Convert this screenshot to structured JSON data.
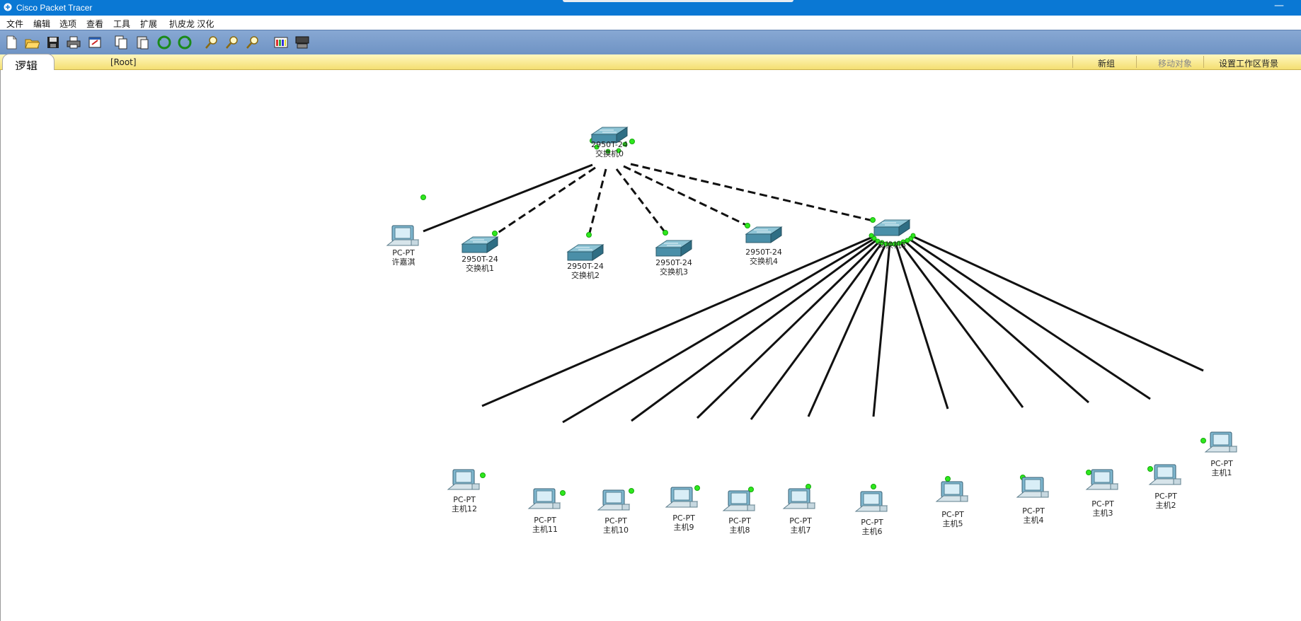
{
  "window": {
    "title": "Cisco Packet Tracer",
    "minimize_glyph": "—"
  },
  "menu": {
    "file": "文件",
    "edit": "编辑",
    "options": "选项",
    "view": "查看",
    "tools": "工具",
    "extensions": "扩展",
    "localize": "扒皮龙 汉化"
  },
  "toolbar": {
    "icons": [
      "new-icon",
      "open-icon",
      "save-icon",
      "print-icon",
      "activity-wizard-icon",
      "copy-icon",
      "paste-icon",
      "undo-icon",
      "redo-icon",
      "zoom-in-icon",
      "zoom-reset-icon",
      "zoom-out-icon",
      "palette-icon",
      "custom-device-icon"
    ]
  },
  "logic": {
    "tab_label": "逻辑",
    "root_label": "[Root]",
    "new_cluster": "新组",
    "move_object": "移动对象",
    "set_background": "设置工作区背景"
  },
  "colors": {
    "link_light": "#2ee81d",
    "switch": "#4a8fa8",
    "title_bar": "#0a78d4"
  },
  "devices": {
    "switch0": {
      "model": "2950T-24",
      "name": "交换机0"
    },
    "switch1": {
      "model": "2950T-24",
      "name": "交换机1"
    },
    "switch2": {
      "model": "2950T-24",
      "name": "交换机2"
    },
    "switch3": {
      "model": "2950T-24",
      "name": "交换机3"
    },
    "switch4": {
      "model": "2950T-24",
      "name": "交换机4"
    },
    "switch5": {
      "name": "交换机5"
    },
    "pc_xjq": {
      "model": "PC-PT",
      "name": "许嘉淇"
    },
    "host12": {
      "model": "PC-PT",
      "name": "主机12"
    },
    "host11": {
      "model": "PC-PT",
      "name": "主机11"
    },
    "host10": {
      "model": "PC-PT",
      "name": "主机10"
    },
    "host9": {
      "model": "PC-PT",
      "name": "主机9"
    },
    "host8": {
      "model": "PC-PT",
      "name": "主机8"
    },
    "host7": {
      "model": "PC-PT",
      "name": "主机7"
    },
    "host6": {
      "model": "PC-PT",
      "name": "主机6"
    },
    "host5": {
      "model": "PC-PT",
      "name": "主机5"
    },
    "host4": {
      "model": "PC-PT",
      "name": "主机4"
    },
    "host3": {
      "model": "PC-PT",
      "name": "主机3"
    },
    "host2": {
      "model": "PC-PT",
      "name": "主机2"
    },
    "host1": {
      "model": "PC-PT",
      "name": "主机1"
    }
  }
}
